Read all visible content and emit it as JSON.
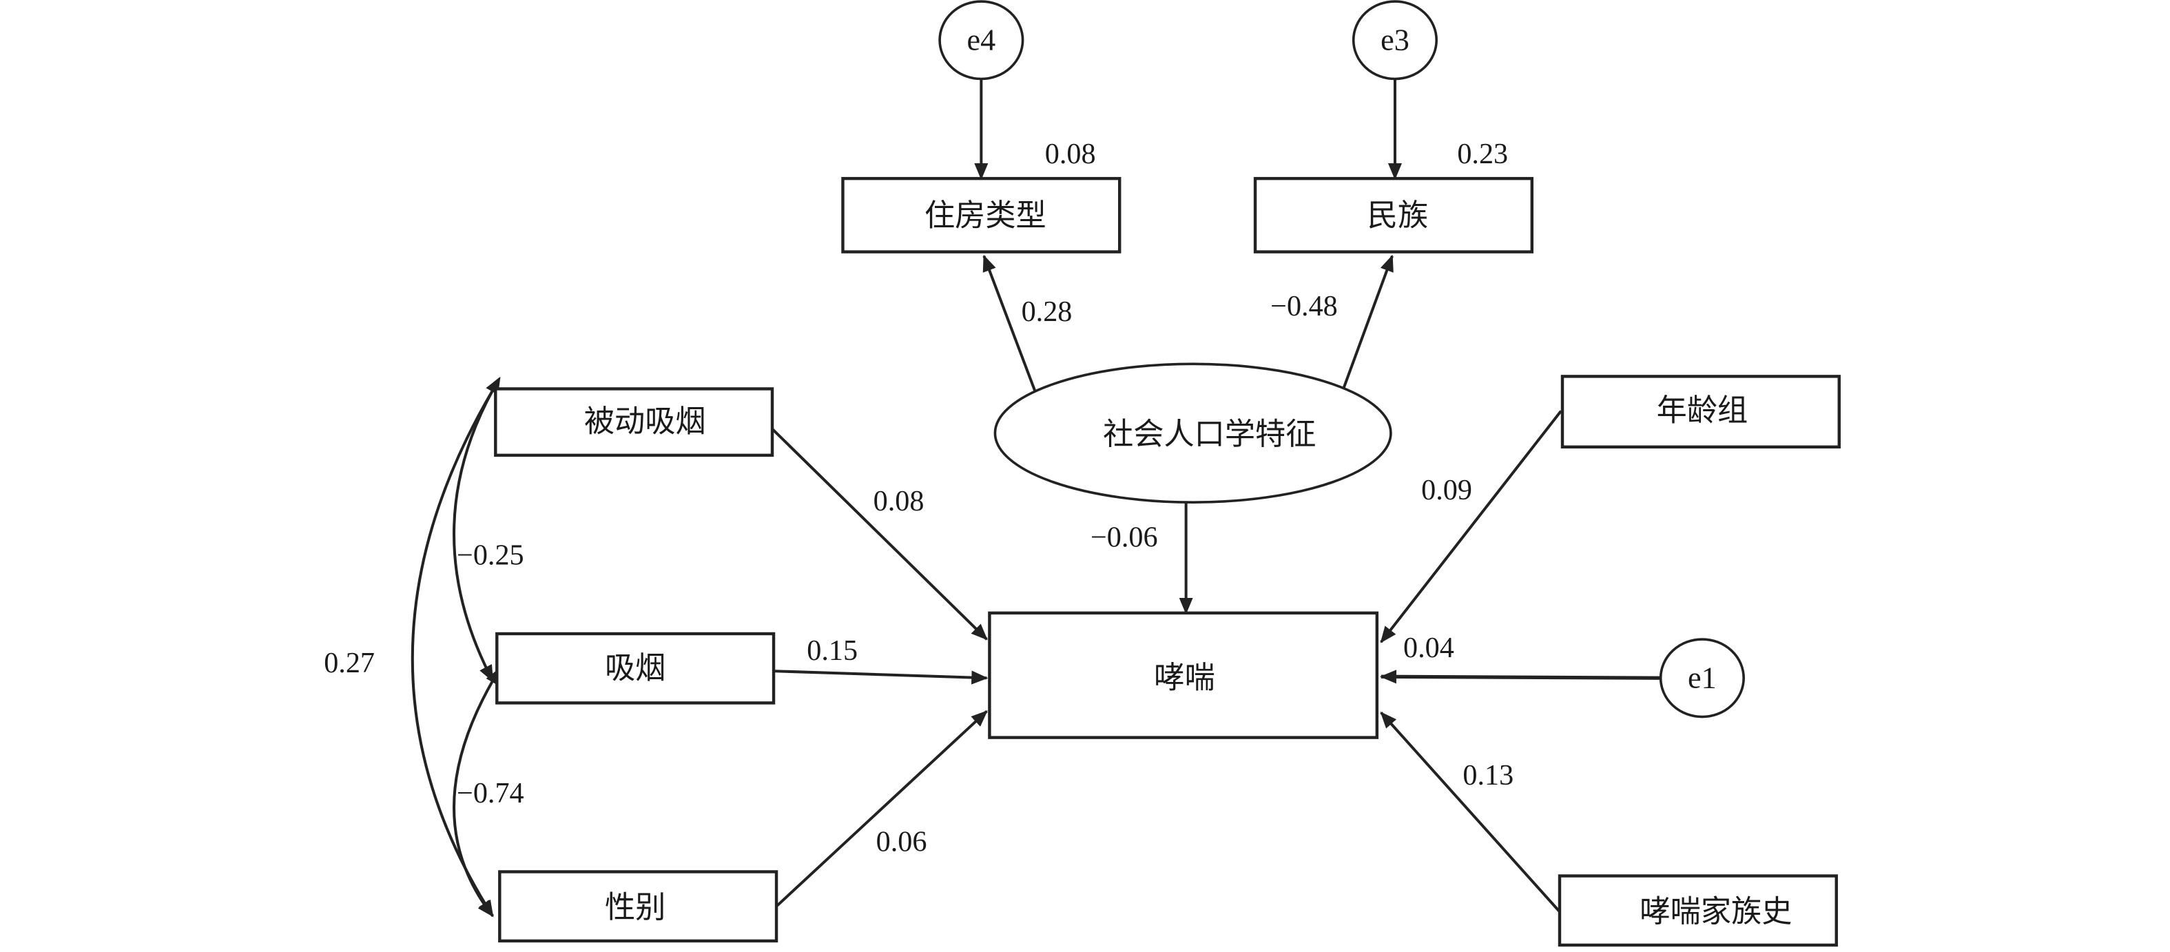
{
  "diagram": {
    "type": "structural-equation-model",
    "nodes": {
      "e4": {
        "label": "e4",
        "shape": "circle"
      },
      "e3": {
        "label": "e3",
        "shape": "circle"
      },
      "e1": {
        "label": "e1",
        "shape": "circle"
      },
      "housing": {
        "label": "住房类型",
        "shape": "box"
      },
      "ethnicity": {
        "label": "民族",
        "shape": "box"
      },
      "sociodemo": {
        "label": "社会人口学特征",
        "shape": "ellipse"
      },
      "passive_smoking": {
        "label": "被动吸烟",
        "shape": "box"
      },
      "smoking": {
        "label": "吸烟",
        "shape": "box"
      },
      "sex": {
        "label": "性别",
        "shape": "box"
      },
      "wheeze": {
        "label": "哮喘",
        "shape": "box"
      },
      "age_group": {
        "label": "年龄组",
        "shape": "box"
      },
      "family_history": {
        "label": "哮喘家族史",
        "shape": "box"
      }
    },
    "edges": {
      "e4_housing": {
        "from": "e4",
        "to": "housing",
        "value": "0.08"
      },
      "e3_ethnicity": {
        "from": "e3",
        "to": "ethnicity",
        "value": "0.23"
      },
      "sociodemo_housing": {
        "from": "sociodemo",
        "to": "housing",
        "value": "0.28"
      },
      "sociodemo_ethnicity": {
        "from": "sociodemo",
        "to": "ethnicity",
        "value": "−0.48"
      },
      "sociodemo_wheeze": {
        "from": "sociodemo",
        "to": "wheeze",
        "value": "−0.06"
      },
      "passive_wheeze": {
        "from": "passive_smoking",
        "to": "wheeze",
        "value": "0.08"
      },
      "smoking_wheeze": {
        "from": "smoking",
        "to": "wheeze",
        "value": "0.15"
      },
      "sex_wheeze": {
        "from": "sex",
        "to": "wheeze",
        "value": "0.06"
      },
      "age_wheeze": {
        "from": "age_group",
        "to": "wheeze",
        "value": "0.09"
      },
      "e1_wheeze": {
        "from": "e1",
        "to": "wheeze",
        "value": "0.04"
      },
      "family_wheeze": {
        "from": "family_history",
        "to": "wheeze",
        "value": "0.13"
      },
      "cov_passive_smoking": {
        "from": "passive_smoking",
        "to": "smoking",
        "value": "−0.25",
        "type": "covariance"
      },
      "cov_smoking_sex": {
        "from": "smoking",
        "to": "sex",
        "value": "−0.74",
        "type": "covariance"
      },
      "cov_passive_sex": {
        "from": "passive_smoking",
        "to": "sex",
        "value": "0.27",
        "type": "covariance"
      }
    }
  }
}
